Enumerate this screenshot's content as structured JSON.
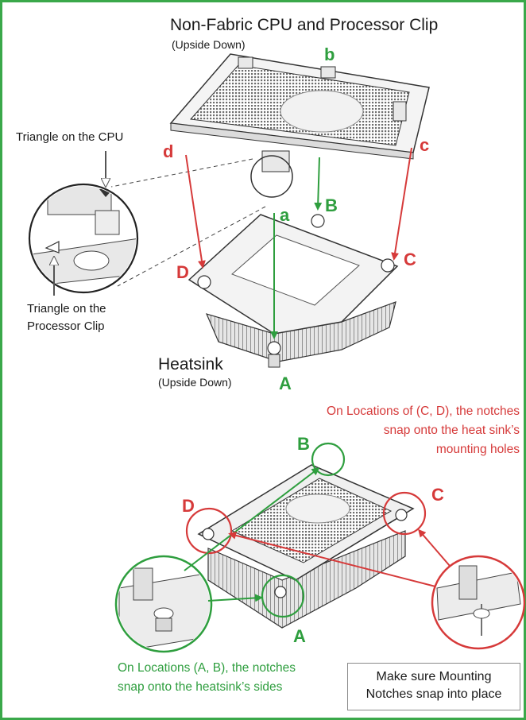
{
  "top": {
    "title": "Non-Fabric CPU and Processor Clip",
    "subtitle": "(Upside Down)",
    "callout_cpu": "Triangle on the CPU",
    "callout_clip_1": "Triangle on the",
    "callout_clip_2": "Processor Clip",
    "heatsink_title": "Heatsink",
    "heatsink_sub": "(Upside Down)",
    "letters": {
      "b": "b",
      "c": "c",
      "d": "d",
      "a": "a",
      "B": "B",
      "C": "C",
      "D": "D",
      "A": "A"
    }
  },
  "bottom": {
    "red_note_1": "On Locations of (C, D), the notches",
    "red_note_2": "snap onto the heat sink’s",
    "red_note_3": "mounting holes",
    "green_note_1": "On Locations (A, B), the notches",
    "green_note_2": "snap onto the heatsink’s sides",
    "box_line_1": "Make sure Mounting",
    "box_line_2": "Notches snap into place",
    "letters": {
      "B": "B",
      "C": "C",
      "D": "D",
      "A": "A"
    }
  },
  "colors": {
    "green": "#2e9e3e",
    "red": "#d63a3a",
    "frame": "#3aa84a"
  }
}
